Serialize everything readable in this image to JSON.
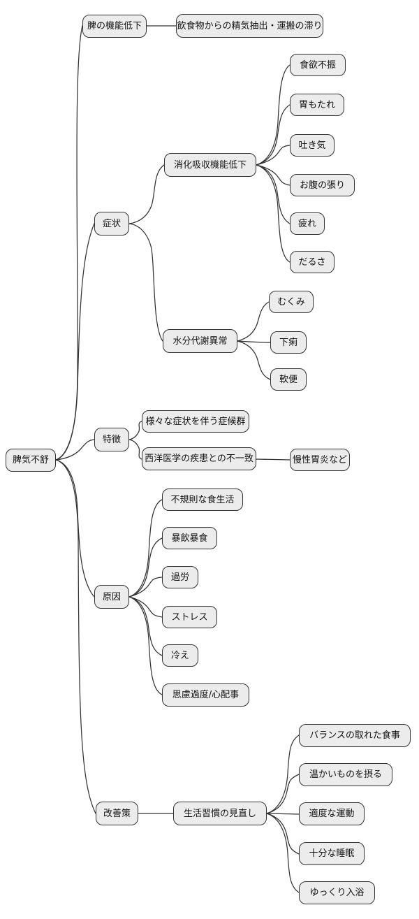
{
  "diagram": {
    "type": "mindmap",
    "background_color": "#ffffff",
    "node_fill_color": "#ececec",
    "node_border_color": "#333333",
    "edge_color": "#333333"
  },
  "nodes": {
    "root": {
      "label": "脾気不舒"
    },
    "spleen_function": {
      "label": "脾の機能低下"
    },
    "seiki_delay": {
      "label": "飲食物からの精気抽出・運搬の滞り"
    },
    "symptoms": {
      "label": "症状"
    },
    "digestion_decline": {
      "label": "消化吸収機能低下"
    },
    "appetite_loss": {
      "label": "食欲不振"
    },
    "stomach_heaviness": {
      "label": "胃もたれ"
    },
    "nausea": {
      "label": "吐き気"
    },
    "bloating": {
      "label": "お腹の張り"
    },
    "fatigue": {
      "label": "疲れ"
    },
    "sluggishness": {
      "label": "だるさ"
    },
    "water_metabolism": {
      "label": "水分代謝異常"
    },
    "swelling": {
      "label": "むくみ"
    },
    "diarrhea": {
      "label": "下痢"
    },
    "loose_stool": {
      "label": "軟便"
    },
    "features": {
      "label": "特徴"
    },
    "syndrome_various": {
      "label": "様々な症状を伴う症候群"
    },
    "western_mismatch": {
      "label": "西洋医学の疾患との不一致"
    },
    "chronic_gastritis": {
      "label": "慢性胃炎など"
    },
    "causes": {
      "label": "原因"
    },
    "irregular_diet": {
      "label": "不規則な食生活"
    },
    "overeating": {
      "label": "暴飲暴食"
    },
    "overwork": {
      "label": "過労"
    },
    "stress": {
      "label": "ストレス"
    },
    "coldness": {
      "label": "冷え"
    },
    "overthinking": {
      "label": "思慮過度/心配事"
    },
    "improvement": {
      "label": "改善策"
    },
    "lifestyle_review": {
      "label": "生活習慣の見直し"
    },
    "balanced_diet": {
      "label": "バランスの取れた食事"
    },
    "warm_food": {
      "label": "温かいものを摂る"
    },
    "moderate_exercise": {
      "label": "適度な運動"
    },
    "enough_sleep": {
      "label": "十分な睡眠"
    },
    "relaxed_bath": {
      "label": "ゆっくり入浴"
    }
  },
  "tree": {
    "label": "脾気不舒",
    "children": [
      {
        "label": "脾の機能低下",
        "children": [
          {
            "label": "飲食物からの精気抽出・運搬の滞り"
          }
        ]
      },
      {
        "label": "症状",
        "children": [
          {
            "label": "消化吸収機能低下",
            "children": [
              {
                "label": "食欲不振"
              },
              {
                "label": "胃もたれ"
              },
              {
                "label": "吐き気"
              },
              {
                "label": "お腹の張り"
              },
              {
                "label": "疲れ"
              },
              {
                "label": "だるさ"
              }
            ]
          },
          {
            "label": "水分代謝異常",
            "children": [
              {
                "label": "むくみ"
              },
              {
                "label": "下痢"
              },
              {
                "label": "軟便"
              }
            ]
          }
        ]
      },
      {
        "label": "特徴",
        "children": [
          {
            "label": "様々な症状を伴う症候群"
          },
          {
            "label": "西洋医学の疾患との不一致",
            "children": [
              {
                "label": "慢性胃炎など"
              }
            ]
          }
        ]
      },
      {
        "label": "原因",
        "children": [
          {
            "label": "不規則な食生活"
          },
          {
            "label": "暴飲暴食"
          },
          {
            "label": "過労"
          },
          {
            "label": "ストレス"
          },
          {
            "label": "冷え"
          },
          {
            "label": "思慮過度/心配事"
          }
        ]
      },
      {
        "label": "改善策",
        "children": [
          {
            "label": "生活習慣の見直し",
            "children": [
              {
                "label": "バランスの取れた食事"
              },
              {
                "label": "温かいものを摂る"
              },
              {
                "label": "適度な運動"
              },
              {
                "label": "十分な睡眠"
              },
              {
                "label": "ゆっくり入浴"
              }
            ]
          }
        ]
      }
    ]
  }
}
